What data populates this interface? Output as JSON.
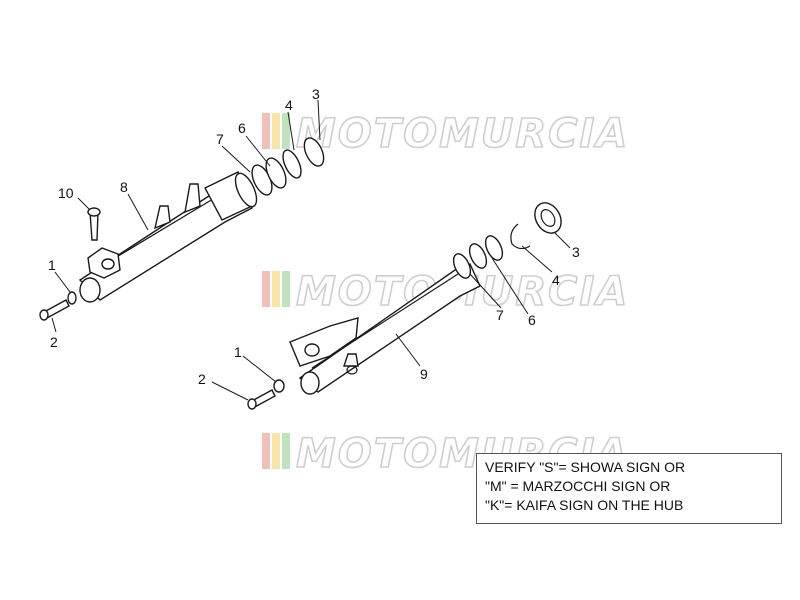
{
  "watermark": {
    "brand_text": "MOTOMURCIA",
    "stripe_colors": [
      "#f2c0bb",
      "#f6e6a8",
      "#bfe3bc"
    ]
  },
  "callouts": {
    "upper": [
      "10",
      "8",
      "7",
      "6",
      "4",
      "3",
      "1",
      "2"
    ],
    "lower": [
      "3",
      "4",
      "7",
      "6",
      "9",
      "1",
      "2"
    ]
  },
  "note": {
    "line1": "VERIFY \"S\"= SHOWA SIGN OR",
    "line2": "\"M\" = MARZOCCHI SIGN OR",
    "line3": "\"K\"= KAIFA SIGN ON THE HUB"
  }
}
